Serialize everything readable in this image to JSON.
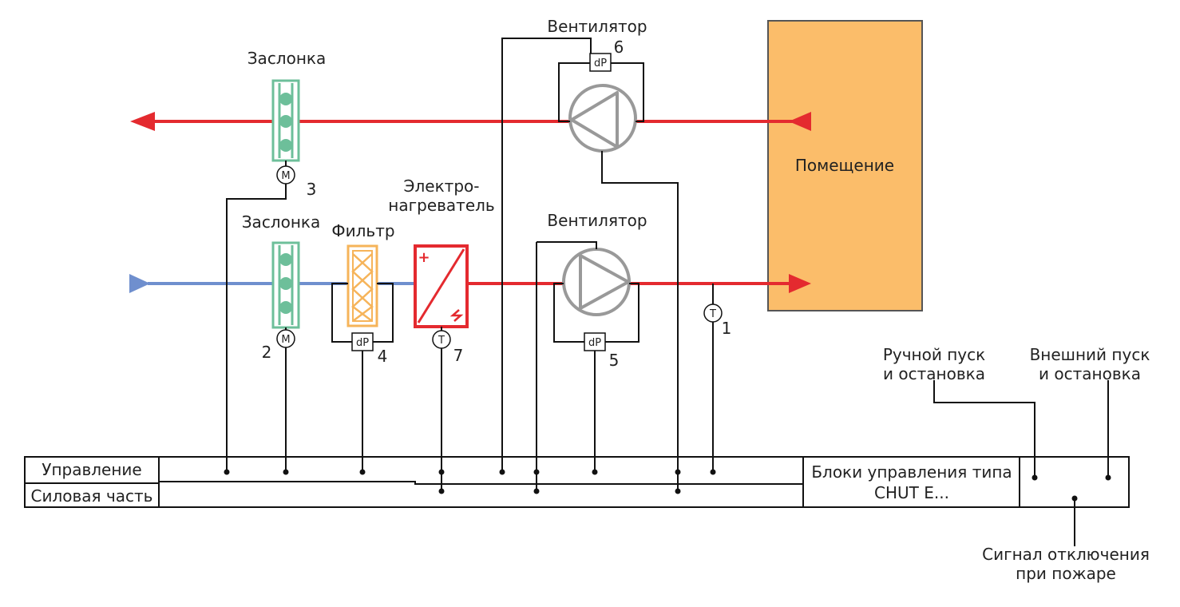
{
  "colors": {
    "supply_air": "#6f8fce",
    "hot_air": "#e42a2f",
    "damper": "#6dbf9a",
    "filter": "#f6b45a",
    "heater": "#e42a2f",
    "fan": "#999999",
    "room": "#fbbd6a",
    "wire": "#111111"
  },
  "labels": {
    "fan_exhaust": "Вентилятор",
    "fan_supply": "Вентилятор",
    "damper_exhaust": "Заслонка",
    "damper_supply": "Заслонка",
    "filter": "Фильтр",
    "heater_line1": "Электро-",
    "heater_line2": "нагреватель",
    "room": "Помещение",
    "manual_line1": "Ручной пуск",
    "manual_line2": "и остановка",
    "external_line1": "Внешний пуск",
    "external_line2": "и остановка",
    "fire_line1": "Сигнал отключения",
    "fire_line2": "при пожаре"
  },
  "symbols": {
    "motor": "M",
    "pressure": "dP",
    "temperature": "T"
  },
  "numbers": {
    "t_supply": "1",
    "motor_supply": "2",
    "motor_exhaust": "3",
    "dp_filter": "4",
    "dp_fan_supply": "5",
    "dp_fan_exhaust": "6",
    "t_heater": "7"
  },
  "table": {
    "row_control": "Управление",
    "row_power": "Силовая часть",
    "unit_line1": "Блоки управления типа",
    "unit_line2": "CHUT E..."
  }
}
